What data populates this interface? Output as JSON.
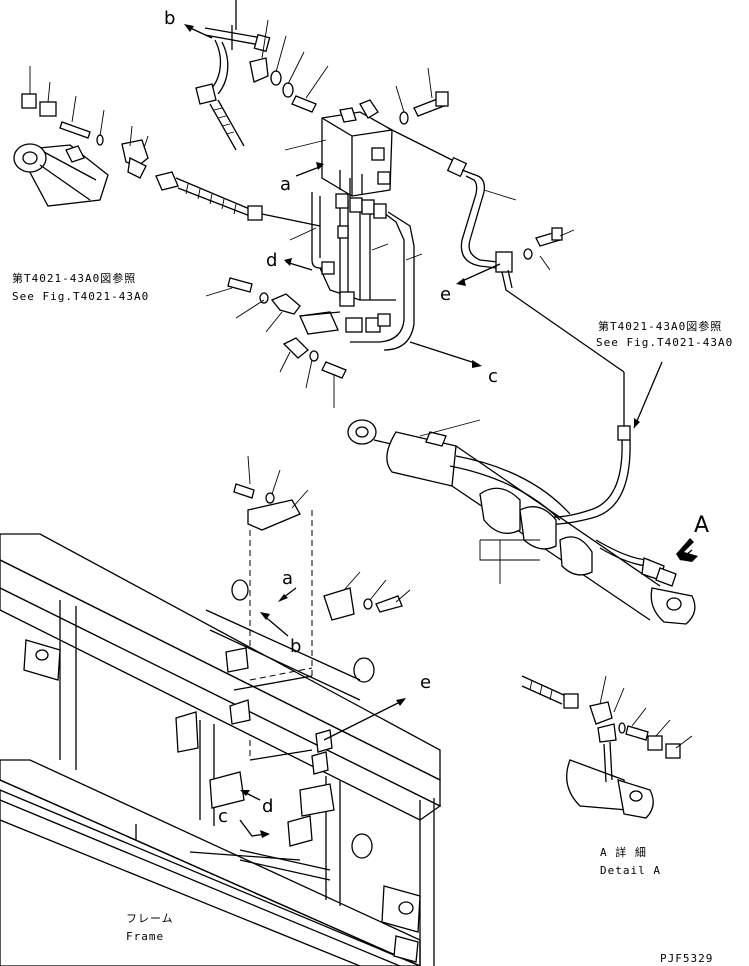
{
  "labels": {
    "a": "a",
    "b": "b",
    "c": "c",
    "d": "d",
    "e": "e",
    "A": "A"
  },
  "references": {
    "left_jp": "第T4021-43A0図参照",
    "left_en": "See Fig.T4021-43A0",
    "right_jp": "第T4021-43A0図参照",
    "right_en": "See Fig.T4021-43A0"
  },
  "detail": {
    "jp": "A 詳 細",
    "en": "Detail A"
  },
  "frame": {
    "jp": "フレーム",
    "en": "Frame"
  },
  "drawing_code": "PJF5329"
}
